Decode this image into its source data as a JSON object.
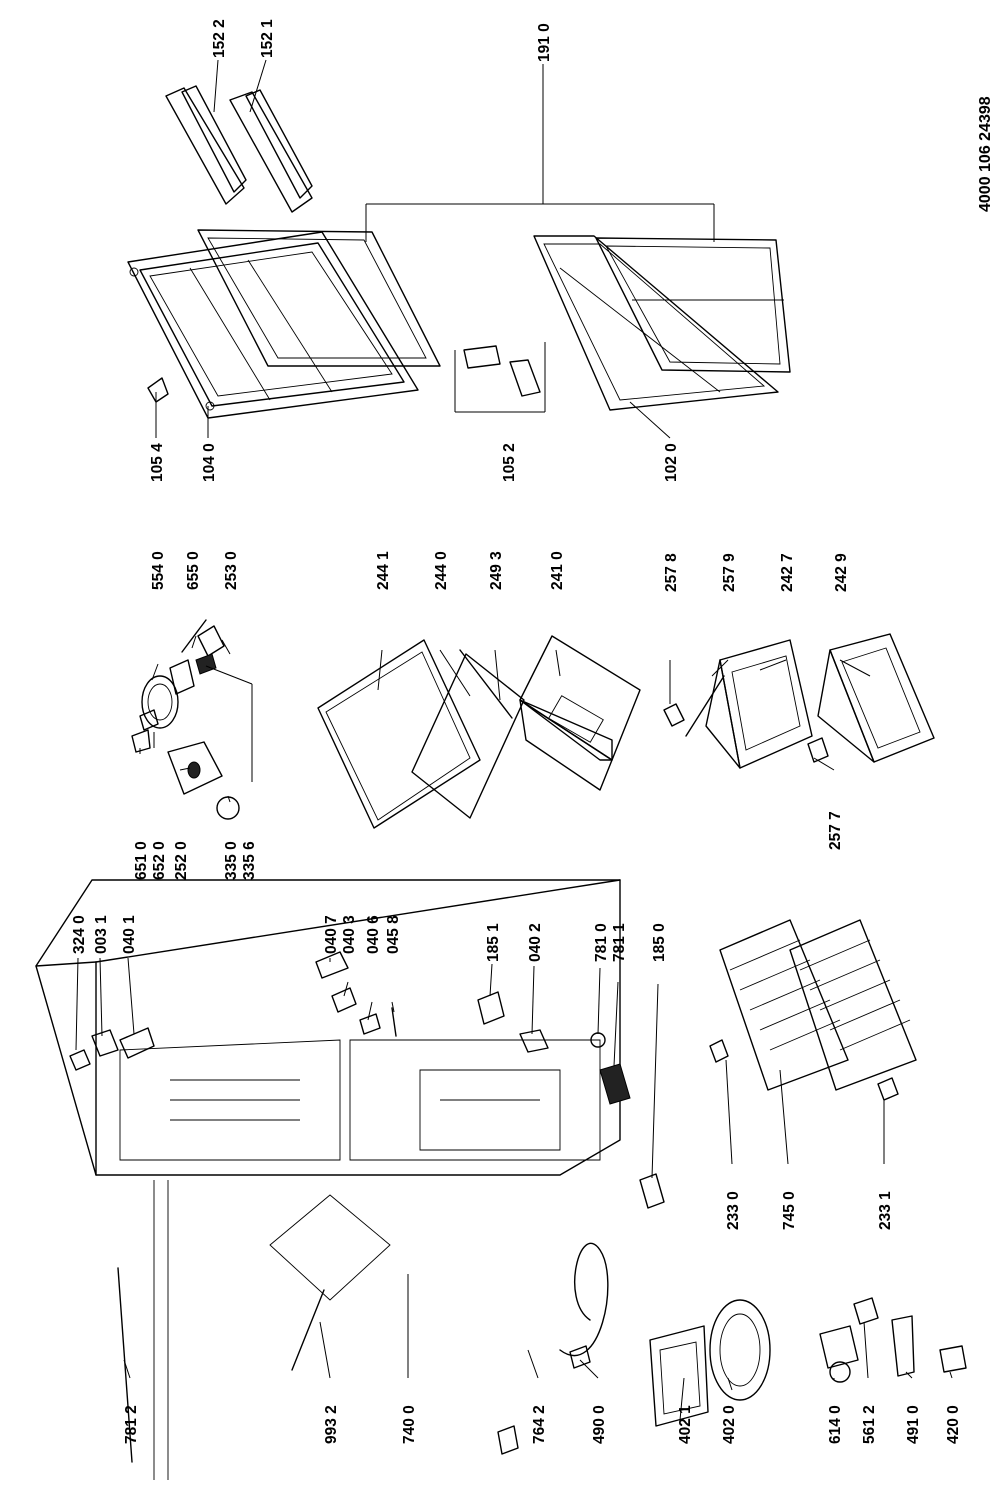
{
  "document_id": "4000 106 24398",
  "labels": {
    "p1522": "152 2",
    "p1521": "152 1",
    "p1910": "191 0",
    "p1054": "105 4",
    "p1040": "104 0",
    "p1052": "105 2",
    "p1020": "102 0",
    "p5540": "554 0",
    "p6550": "655 0",
    "p2530": "253 0",
    "p6510": "651 0",
    "p6520": "652 0",
    "p2520": "252 0",
    "p3350": "335 0",
    "p3356": "335 6",
    "p2441": "244 1",
    "p2440": "244 0",
    "p2493": "249 3",
    "p2410": "241 0",
    "p2578": "257 8",
    "p2579": "257 9",
    "p2427": "242 7",
    "p2429": "242 9",
    "p2577": "257 7",
    "p3240": "324 0",
    "p0031": "003 1",
    "p0401": "040 1",
    "p0407": "040 7",
    "p0403": "040 3",
    "p0406": "040 6",
    "p0458": "045 8",
    "p1851": "185 1",
    "p0402": "040 2",
    "p7810": "781 0",
    "p7811": "781 1",
    "p1850": "185 0",
    "p7812": "781 2",
    "p9932": "993 2",
    "p7400": "740 0",
    "p7642": "764 2",
    "p4900": "490 0",
    "p4021": "402 1",
    "p4020": "402 0",
    "p6140": "614 0",
    "p5612": "561 2",
    "p4910": "491 0",
    "p4200": "420 0",
    "p2330": "233 0",
    "p7450": "745 0",
    "p2331": "233 1"
  }
}
